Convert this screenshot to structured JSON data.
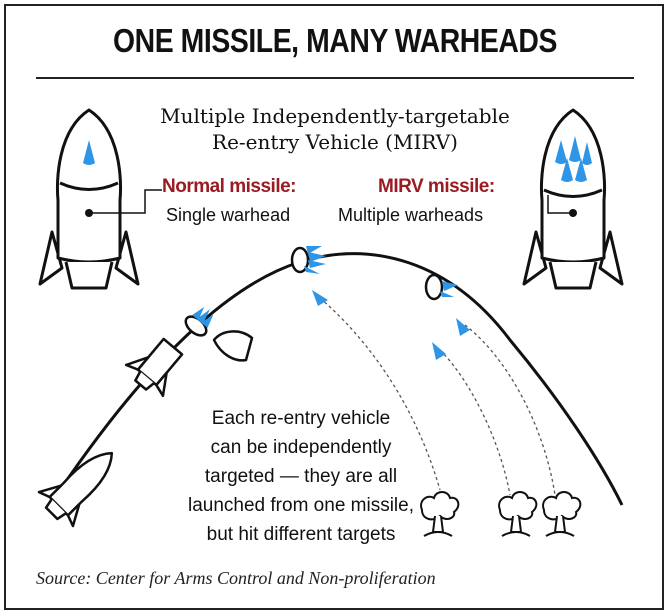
{
  "title": "ONE MISSILE, MANY WARHEADS",
  "subtitle": {
    "line1": "Multiple Independently-targetable",
    "line2": "Re-entry Vehicle (MIRV)"
  },
  "normal": {
    "heading": "Normal missile:",
    "desc": "Single warhead"
  },
  "mirv": {
    "heading": "MIRV missile:",
    "desc": "Multiple warheads"
  },
  "explanation": [
    "Each re-entry vehicle",
    "can be independently",
    "targeted — they are all",
    "launched from one missile,",
    "but hit different targets"
  ],
  "source": "Source: Center for Arms Control and Non-proliferation",
  "colors": {
    "accent_red": "#9b1b23",
    "warhead_blue": "#2f95e6",
    "ink": "#111111"
  },
  "icons": [
    "missile-icon",
    "warhead-icon",
    "explosion-icon"
  ]
}
